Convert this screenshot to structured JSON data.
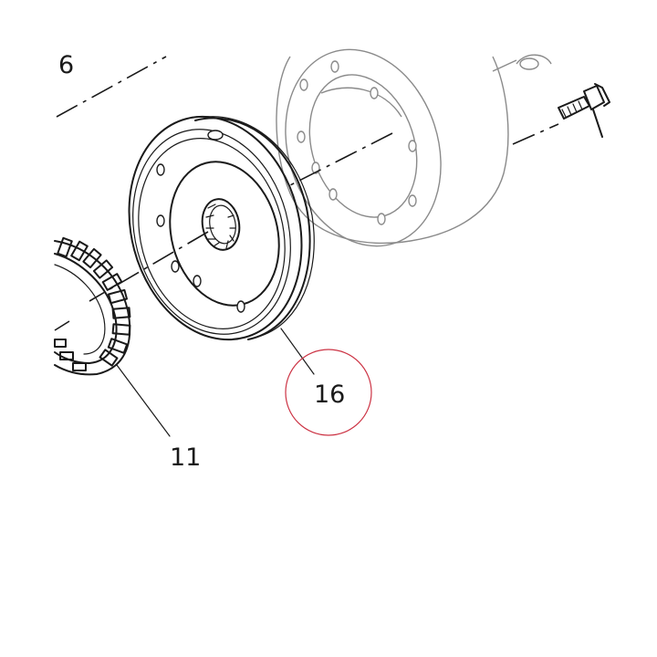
{
  "callouts": {
    "part_6": "6",
    "part_11": "11",
    "part_16": "16"
  },
  "colors": {
    "line": "#1a1a1a",
    "housing_line": "#8a8a8a",
    "highlight_circle": "#cc3344",
    "background": "#ffffff"
  }
}
